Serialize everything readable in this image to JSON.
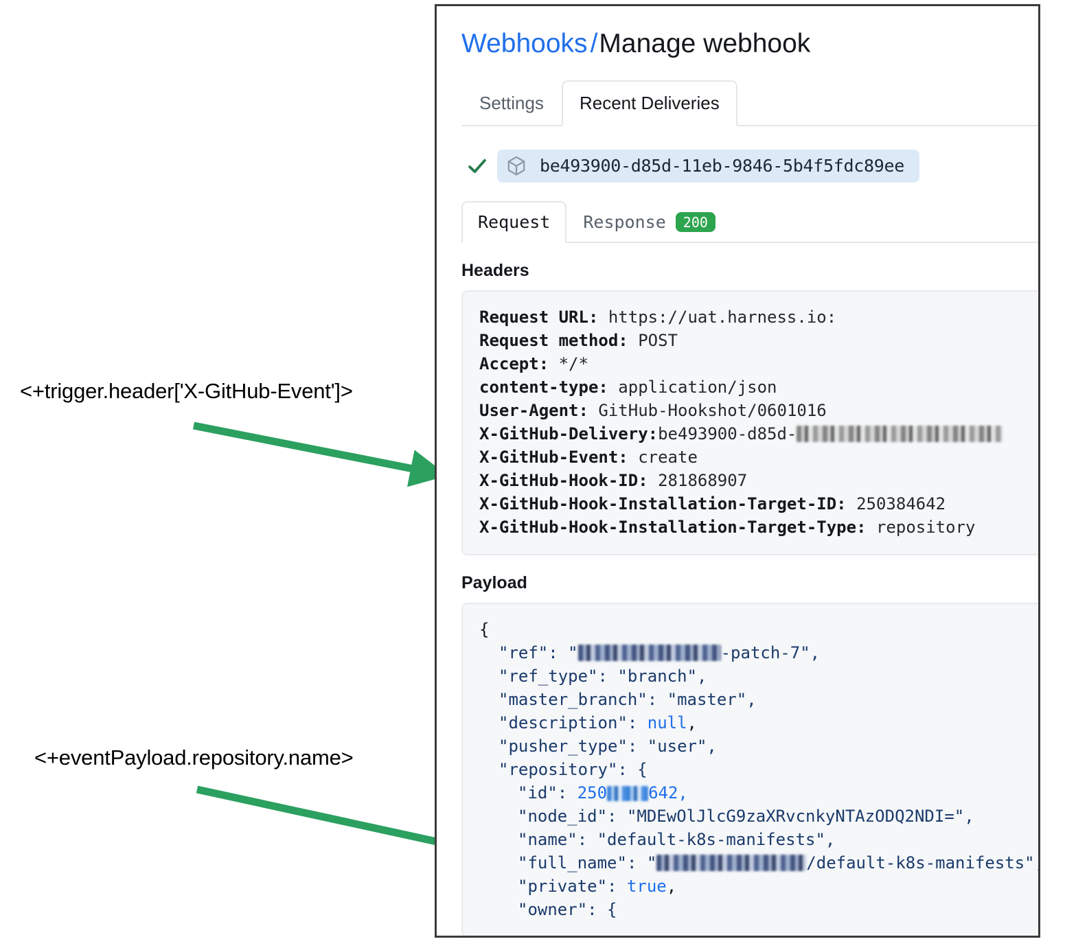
{
  "annotations": [
    {
      "id": "header-expr",
      "text": "<+trigger.header['X-GitHub-Event']>"
    },
    {
      "id": "payload-expr",
      "text": "<+eventPayload.repository.name>"
    }
  ],
  "panel": {
    "breadcrumb": {
      "link": "Webhooks",
      "separator": "/",
      "current": "Manage webhook"
    },
    "tabs": [
      {
        "label": "Settings",
        "active": false
      },
      {
        "label": "Recent Deliveries",
        "active": true
      }
    ],
    "delivery": {
      "status_icon": "check-icon",
      "package_icon": "cube-icon",
      "guid": "be493900-d85d-11eb-9846-5b4f5fdc89ee"
    },
    "subtabs": [
      {
        "label": "Request",
        "active": true,
        "badge": null
      },
      {
        "label": "Response",
        "active": false,
        "badge": "200"
      }
    ],
    "headers_section": {
      "title": "Headers",
      "rows": [
        {
          "key": "Request URL:",
          "value": "https://uat.harness.io:",
          "redacted": false
        },
        {
          "key": "Request method:",
          "value": "POST",
          "redacted": false
        },
        {
          "key": "Accept:",
          "value": "*/*",
          "redacted": false
        },
        {
          "key": "content-type:",
          "value": "application/json",
          "redacted": false
        },
        {
          "key": "User-Agent:",
          "value": "GitHub-Hookshot/0601016",
          "redacted": false
        },
        {
          "key": "X-GitHub-Delivery:",
          "value": "be493900-d85d-",
          "redacted": true
        },
        {
          "key": "X-GitHub-Event:",
          "value": "create",
          "redacted": false
        },
        {
          "key": "X-GitHub-Hook-ID:",
          "value": "281868907",
          "redacted": false
        },
        {
          "key": "X-GitHub-Hook-Installation-Target-ID:",
          "value": "250384642",
          "redacted": false
        },
        {
          "key": "X-GitHub-Hook-Installation-Target-Type:",
          "value": "repository",
          "redacted": false
        }
      ]
    },
    "payload_section": {
      "title": "Payload",
      "open_brace": "{",
      "lines": {
        "ref_key": "\"ref\":",
        "ref_suffix": "-patch-7\",",
        "ref_type": "\"ref_type\": \"branch\",",
        "master_branch": "\"master_branch\": \"master\",",
        "description_key": "\"description\":",
        "description_value": "null",
        "description_comma": ",",
        "pusher_type": "\"pusher_type\": \"user\",",
        "repository_open": "\"repository\": {",
        "id_key": "\"id\":",
        "id_prefix": "250",
        "id_suffix": "642,",
        "node_id": "\"node_id\": \"MDEwOlJlcG9zaXRvcnkyNTAzODQ2NDI=\",",
        "name": "\"name\": \"default-k8s-manifests\",",
        "full_name_key": "\"full_name\":",
        "full_name_suffix": "/default-k8s-manifests\",",
        "private_key": "\"private\":",
        "private_value": "true",
        "private_comma": ",",
        "owner_open": "\"owner\": {"
      }
    }
  },
  "colors": {
    "link_blue": "#1f6feb",
    "arrow_green": "#2ba05f",
    "badge_green": "#2da44e",
    "check_green": "#2a7d4f",
    "pill_blue": "#dce9f7",
    "code_bg": "#f5f7f9",
    "json_navy": "#1b3a6b"
  }
}
